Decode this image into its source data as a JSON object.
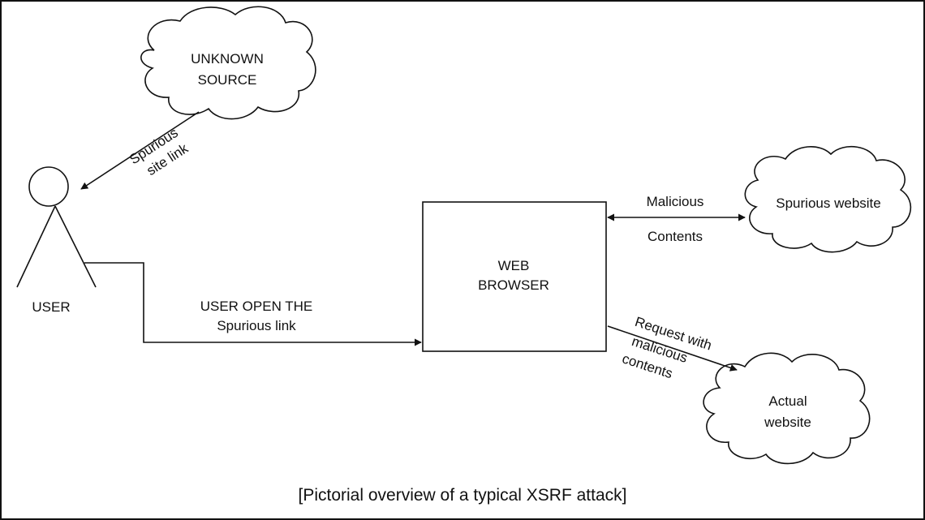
{
  "diagram": {
    "unknown_source": {
      "line1": "UNKNOWN",
      "line2": "SOURCE"
    },
    "spurious_site_link": {
      "line1": "Spurious",
      "line2": "site link"
    },
    "user_label": "USER",
    "user_open_link": {
      "line1": "USER OPEN THE",
      "line2": "Spurious link"
    },
    "web_browser": {
      "line1": "WEB",
      "line2": "BROWSER"
    },
    "malicious_contents": {
      "line1": "Malicious",
      "line2": "Contents"
    },
    "spurious_website": "Spurious website",
    "request_malicious": {
      "line1": "Request with",
      "line2": "malicious",
      "line3": "contents"
    },
    "actual_website": {
      "line1": "Actual",
      "line2": "website"
    },
    "caption": "[Pictorial overview of a typical XSRF attack]"
  }
}
